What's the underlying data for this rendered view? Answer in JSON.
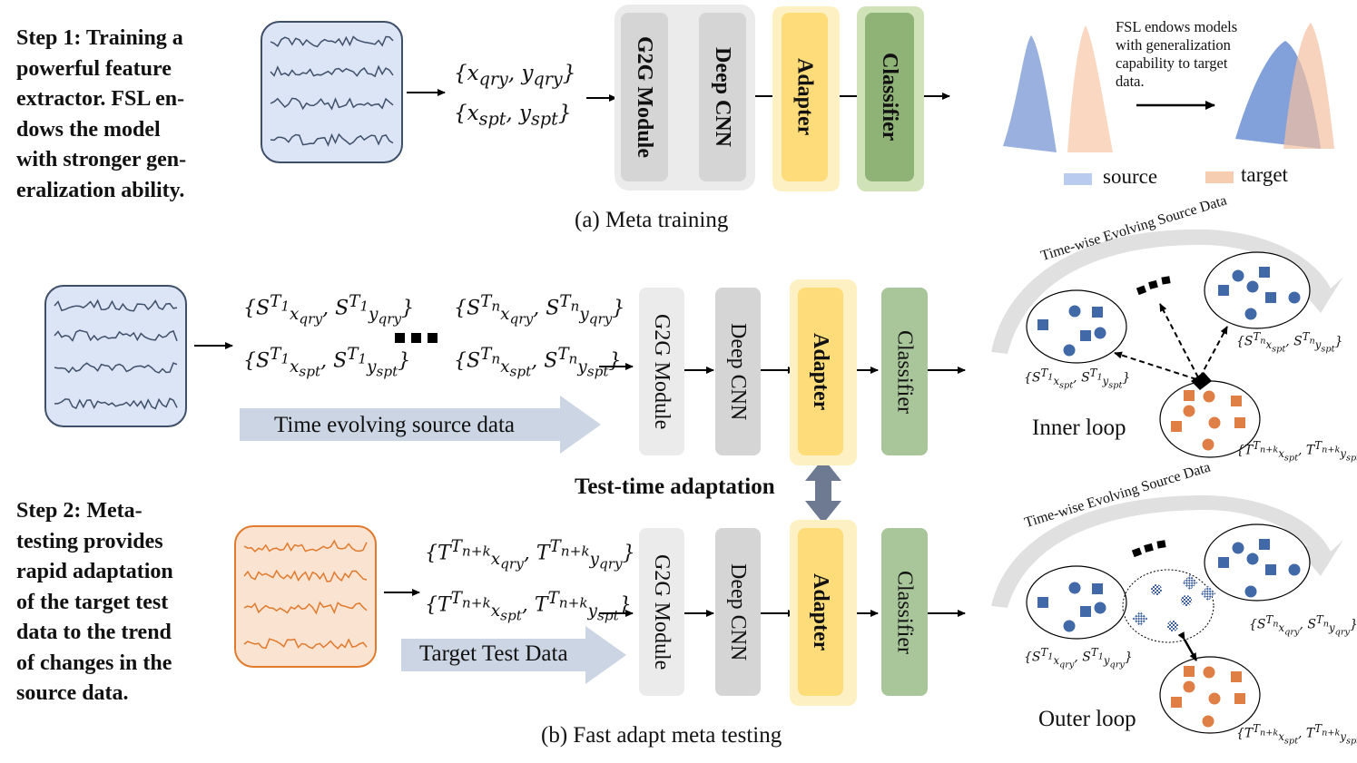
{
  "step1": {
    "lines": [
      "Step 1: Training a",
      "powerful feature",
      "extractor. FSL en-",
      "dows the model",
      "with stronger gen-",
      "eralization ability."
    ]
  },
  "step2": {
    "lines": [
      "Step 2: Meta-",
      "testing provides",
      "rapid adaptation",
      "of the target test",
      "data to the trend",
      "of changes in the",
      "source data."
    ]
  },
  "meta_training": {
    "caption": "(a) Meta training",
    "query_set": "{x_qry, y_qry}",
    "support_set": "{x_spt, y_spt}",
    "modules": [
      "G2G Module",
      "Deep CNN",
      "Adapter",
      "Classifier"
    ],
    "fsl_note": [
      "FSL endows models",
      "with generalization",
      "capability to target",
      "data."
    ],
    "legend": {
      "source": "source",
      "target": "target"
    }
  },
  "meta_testing": {
    "caption": "(b) Fast adapt meta testing",
    "time_evolving_label": "Time evolving source data",
    "target_test_label": "Target Test Data",
    "tta_label": "Test-time adaptation",
    "modules": [
      "G2G Module",
      "Deep CNN",
      "Adapter",
      "Classifier"
    ],
    "source_sets": {
      "q1": "{S^T1 x_qry, S^T1 y_qry}",
      "s1": "{S^T1 x_spt, S^T1 y_spt}",
      "qn": "{S^Tn x_qry, S^Tn y_qry}",
      "sn": "{S^Tn x_spt, S^Tn y_spt}"
    },
    "target_sets": {
      "q": "{T^Tn+k x_qry, T^Tn+k y_qry}",
      "s": "{T^Tn+k x_spt, T^Tn+k y_spt}"
    }
  },
  "loops": {
    "arc_label": "Time-wise Evolving  Source Data",
    "inner_label": "Inner loop",
    "outer_label": "Outer loop",
    "inner_sets": {
      "a": "{S^T1 x_spt, S^T1 y_spt}",
      "b": "{S^Tn x_spt, S^Tn y_spt}",
      "c": "{T^Tn+k x_spt, T^Tn+k y_spt}"
    },
    "outer_sets": {
      "a": "{S^T1 x_qry, S^T1 y_qry}",
      "b": "{S^Tn x_qry, S^Tn y_qry}",
      "c": "{T^Tn+k x_spt, T^Tn+k y_spt}"
    }
  },
  "colors": {
    "eeg_source_fill": "#dbe5f5",
    "eeg_source_stroke": "#3f4f6a",
    "eeg_target_fill": "#fbe3d2",
    "eeg_target_stroke": "#e07a2c",
    "g2g_group": "#ebebeb",
    "module_gray": "#d5d5d5",
    "adapter_outer": "#fdf1c4",
    "adapter_inner": "#fddc79",
    "classifier_outer": "#cfe2b8",
    "classifier_inner": "#8fb276",
    "classifier_test": "#a9c59a",
    "source_dist": "#8fa9dc",
    "target_dist": "#f7cdb2",
    "blue_marker": "#4169a8",
    "orange_marker": "#df7f45",
    "big_arrow": "#ccd5e4"
  }
}
